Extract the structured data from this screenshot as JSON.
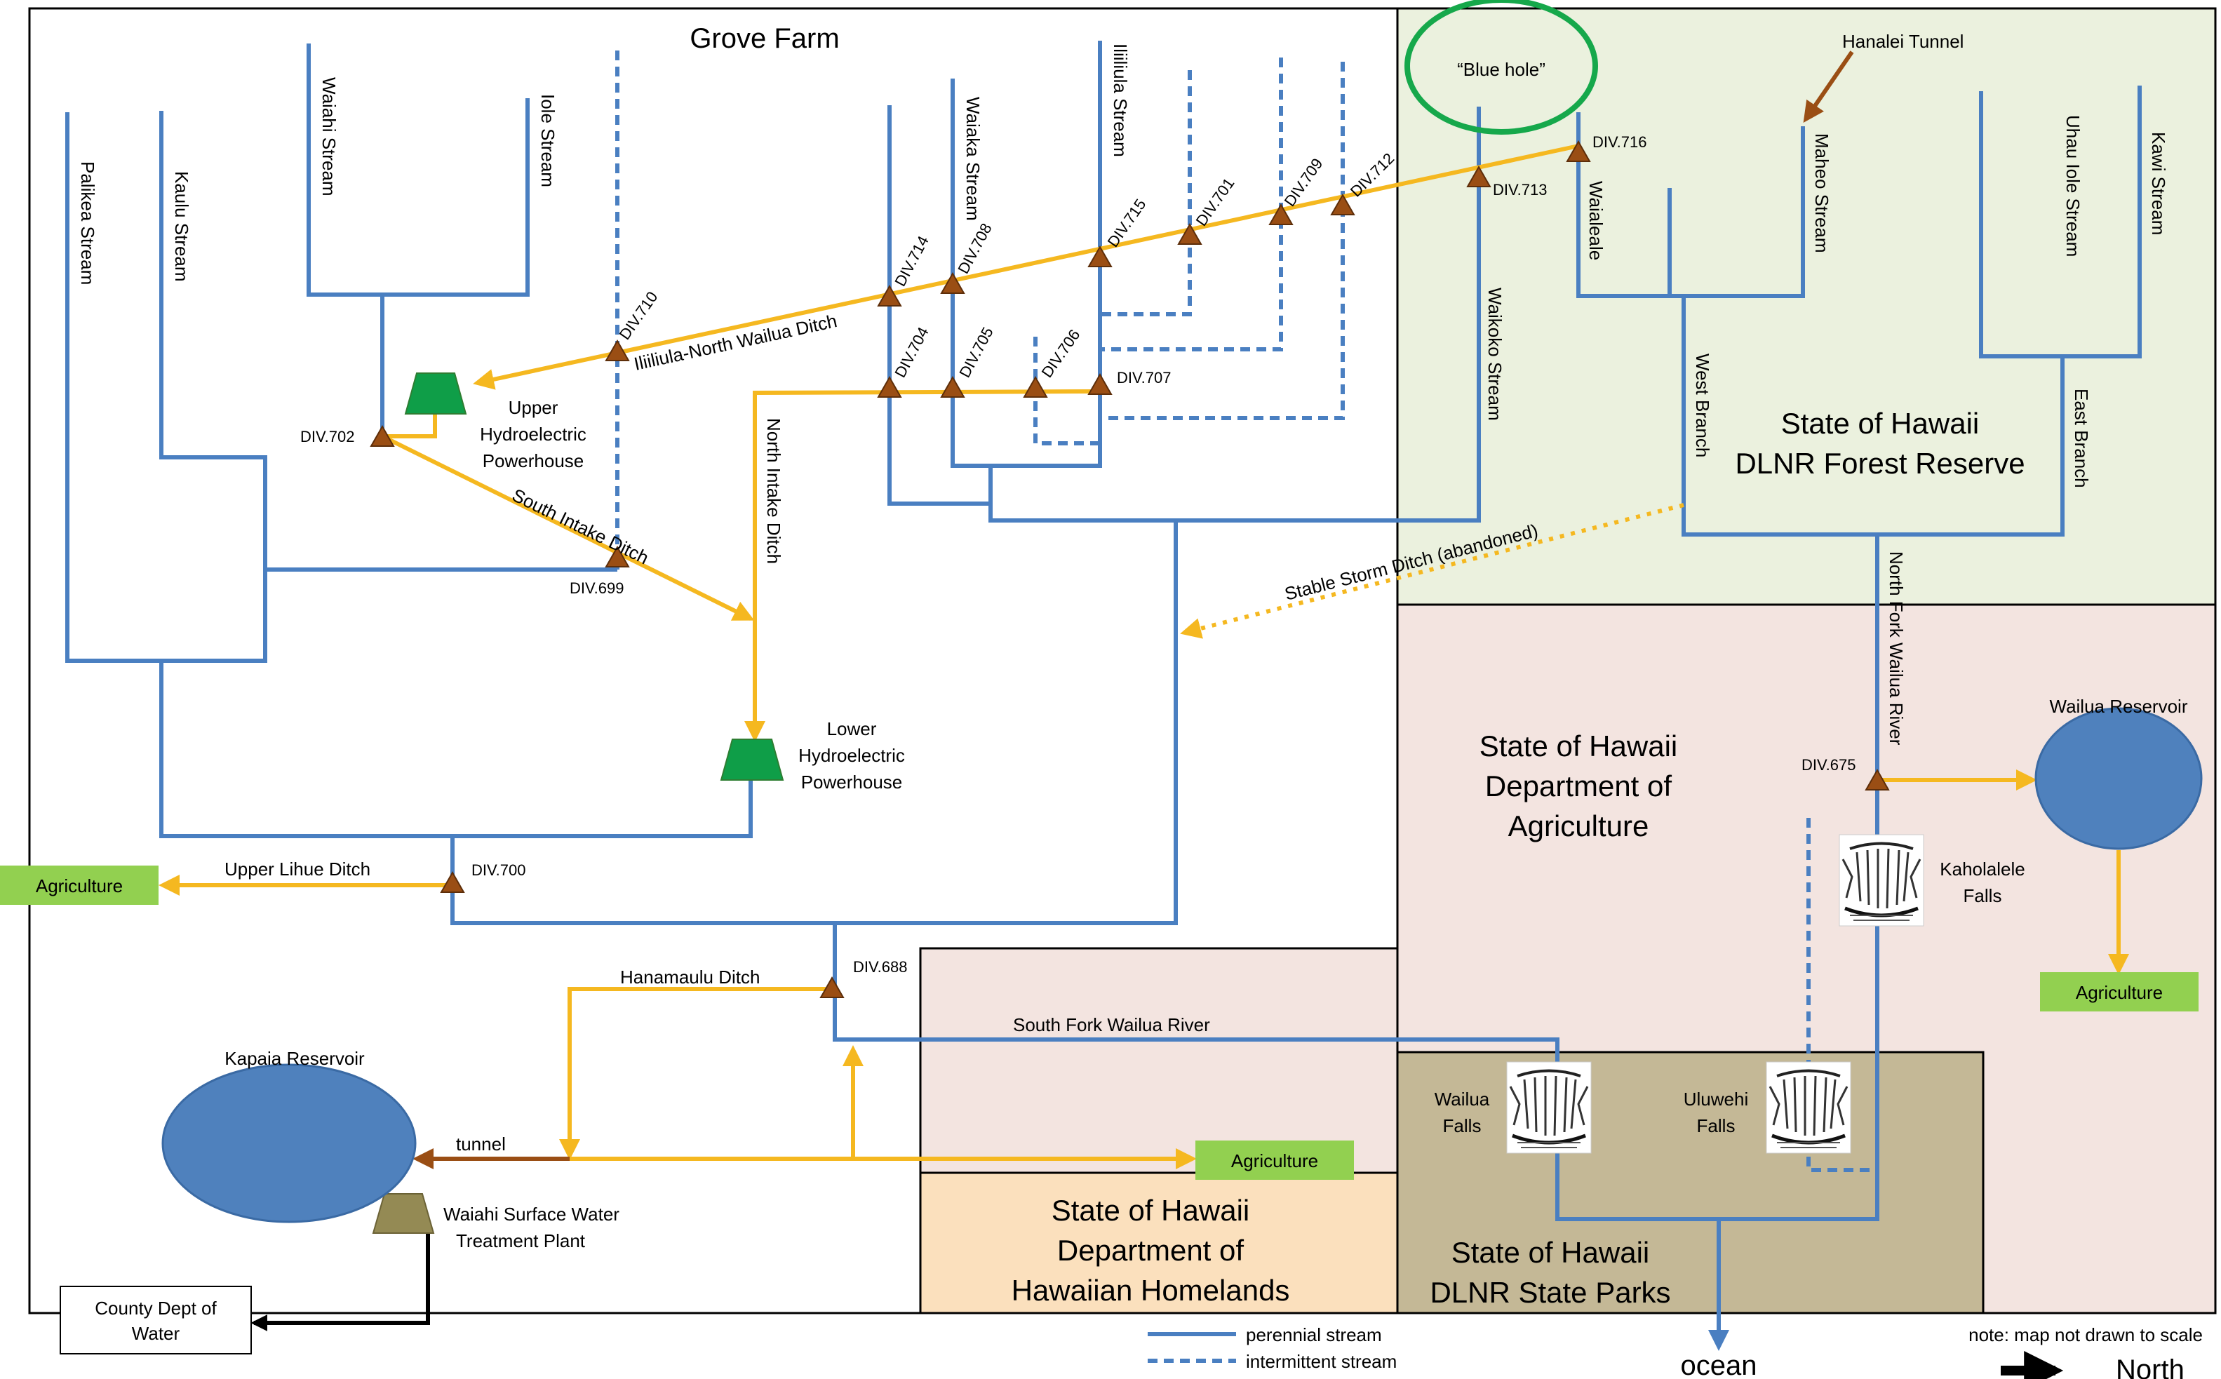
{
  "regions": {
    "grove_farm": "Grove Farm",
    "forest_reserve": [
      "State of Hawaii",
      "DLNR Forest Reserve"
    ],
    "agriculture_dept": [
      "State of Hawaii",
      "Department of",
      "Agriculture"
    ],
    "hawaiian_homelands": [
      "State of Hawaii",
      "Department of",
      "Hawaiian Homelands"
    ],
    "state_parks": [
      "State of Hawaii",
      "DLNR State Parks"
    ]
  },
  "streams": {
    "palikea": "Palikea Stream",
    "kaulu": "Kaulu Stream",
    "waiahi": "Waiahi Stream",
    "iole": "Iole Stream",
    "waiaka": "Waiaka Stream",
    "iliiliula": "Iliiliula Stream",
    "waikoko": "Waikoko Stream",
    "waialeale": "Waialeale",
    "maheo": "Maheo Stream",
    "uhau_iole": "Uhau Iole Stream",
    "kawi": "Kawi Stream",
    "west_branch": "West Branch",
    "east_branch": "East Branch",
    "north_fork": "North Fork Wailua River",
    "south_fork": "South Fork Wailua River"
  },
  "ditches": {
    "iliiliula_north_wailua": "Iliiliula-North Wailua Ditch",
    "south_intake": "South Intake Ditch",
    "north_intake": "North Intake Ditch",
    "upper_lihue": "Upper Lihue Ditch",
    "hanamaulu": "Hanamaulu Ditch",
    "tunnel": "tunnel",
    "stable_storm": "Stable Storm Ditch (abandoned)",
    "hanalei_tunnel": "Hanalei Tunnel"
  },
  "diversions": {
    "d699": "DIV.699",
    "d700": "DIV.700",
    "d701": "DIV.701",
    "d702": "DIV.702",
    "d704": "DIV.704",
    "d705": "DIV.705",
    "d706": "DIV.706",
    "d707": "DIV.707",
    "d708": "DIV.708",
    "d709": "DIV.709",
    "d710": "DIV.710",
    "d712": "DIV.712",
    "d713": "DIV.713",
    "d714": "DIV.714",
    "d715": "DIV.715",
    "d716": "DIV.716",
    "d675": "DIV.675",
    "d688": "DIV.688"
  },
  "features": {
    "blue_hole": "“Blue hole”",
    "upper_powerhouse": [
      "Upper",
      "Hydroelectric",
      "Powerhouse"
    ],
    "lower_powerhouse": [
      "Lower",
      "Hydroelectric",
      "Powerhouse"
    ],
    "kapaia_reservoir": "Kapaia Reservoir",
    "wailua_reservoir": "Wailua Reservoir",
    "treatment_plant": [
      "Waiahi Surface Water",
      "Treatment Plant"
    ],
    "county": [
      "County Dept of",
      "Water"
    ],
    "kaholalele_falls": [
      "Kaholalele",
      "Falls"
    ],
    "wailua_falls": [
      "Wailua",
      "Falls"
    ],
    "uluwehi_falls": [
      "Uluwehi",
      "Falls"
    ],
    "agriculture": "Agriculture",
    "ocean": "ocean"
  },
  "legend": {
    "perennial": "perennial stream",
    "intermittent": "intermittent stream",
    "note": "note: map not drawn to scale",
    "north": "North"
  },
  "colors": {
    "stream": "#4a7fc1",
    "ditch": "#f5b820",
    "tunnel": "#9a4e14",
    "diversion": "#9a4e14",
    "powerhouse": "#0f9e48",
    "reservoir": "#4f81bd",
    "agriculture_box": "#92d050",
    "forest_reserve_bg": "#ebf1de",
    "agriculture_bg": "#f3e4e0",
    "homelands_bg": "#fbe0bd",
    "state_parks_bg": "#c4b896",
    "treatment_plant": "#948a54",
    "blue_hole_circle": "#16a84b"
  }
}
